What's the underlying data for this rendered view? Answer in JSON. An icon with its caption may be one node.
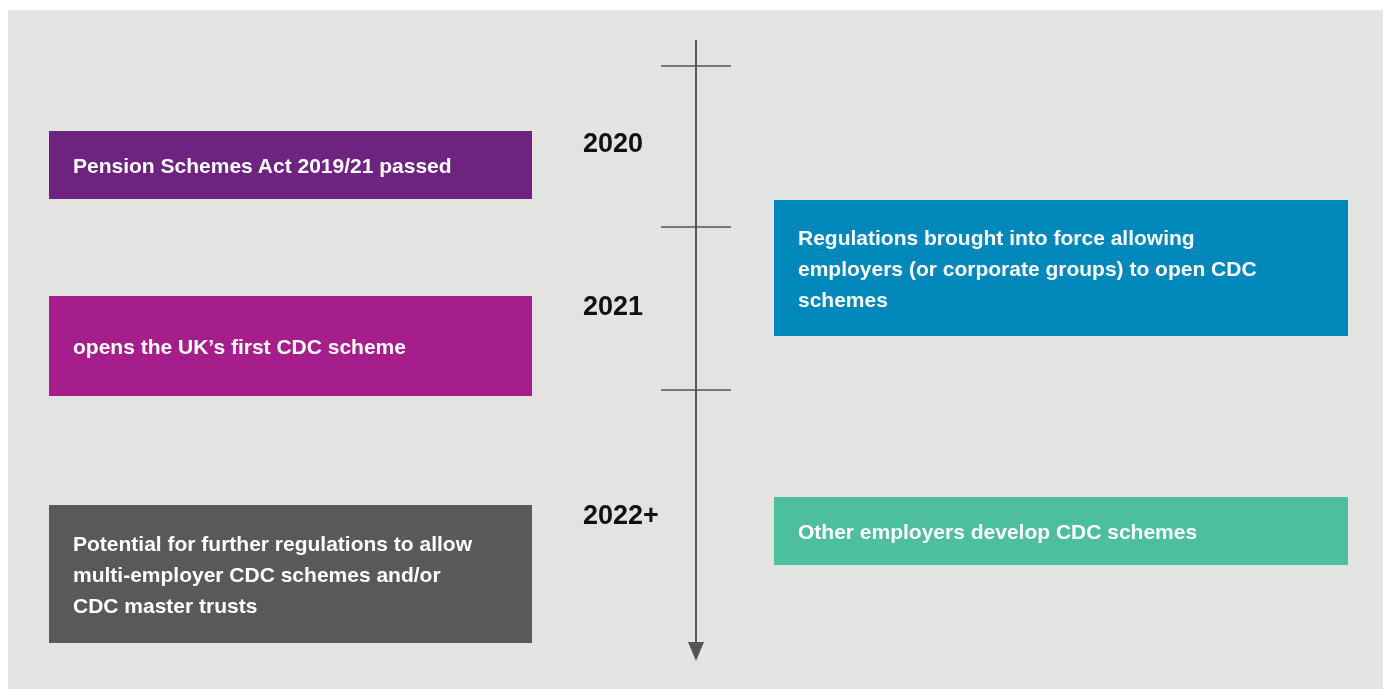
{
  "diagram": {
    "nodes": [
      {
        "text": [
          "Pension Schemes Act 2019/21 passed"
        ]
      },
      {
        "text": [
          "opens the UK’s first CDC scheme"
        ]
      },
      {
        "text": [
          "Potential for further regulations to allow multi-employer CDC schemes and/or CDC master trusts"
        ]
      },
      {
        "text": [
          "Regulations brought into force allowing employers (or corporate groups) to open CDC schemes"
        ]
      },
      {
        "text": [
          "Other employers develop CDC schemes"
        ]
      }
    ],
    "labels": [
      "2020",
      "2021",
      "2022+"
    ]
  }
}
